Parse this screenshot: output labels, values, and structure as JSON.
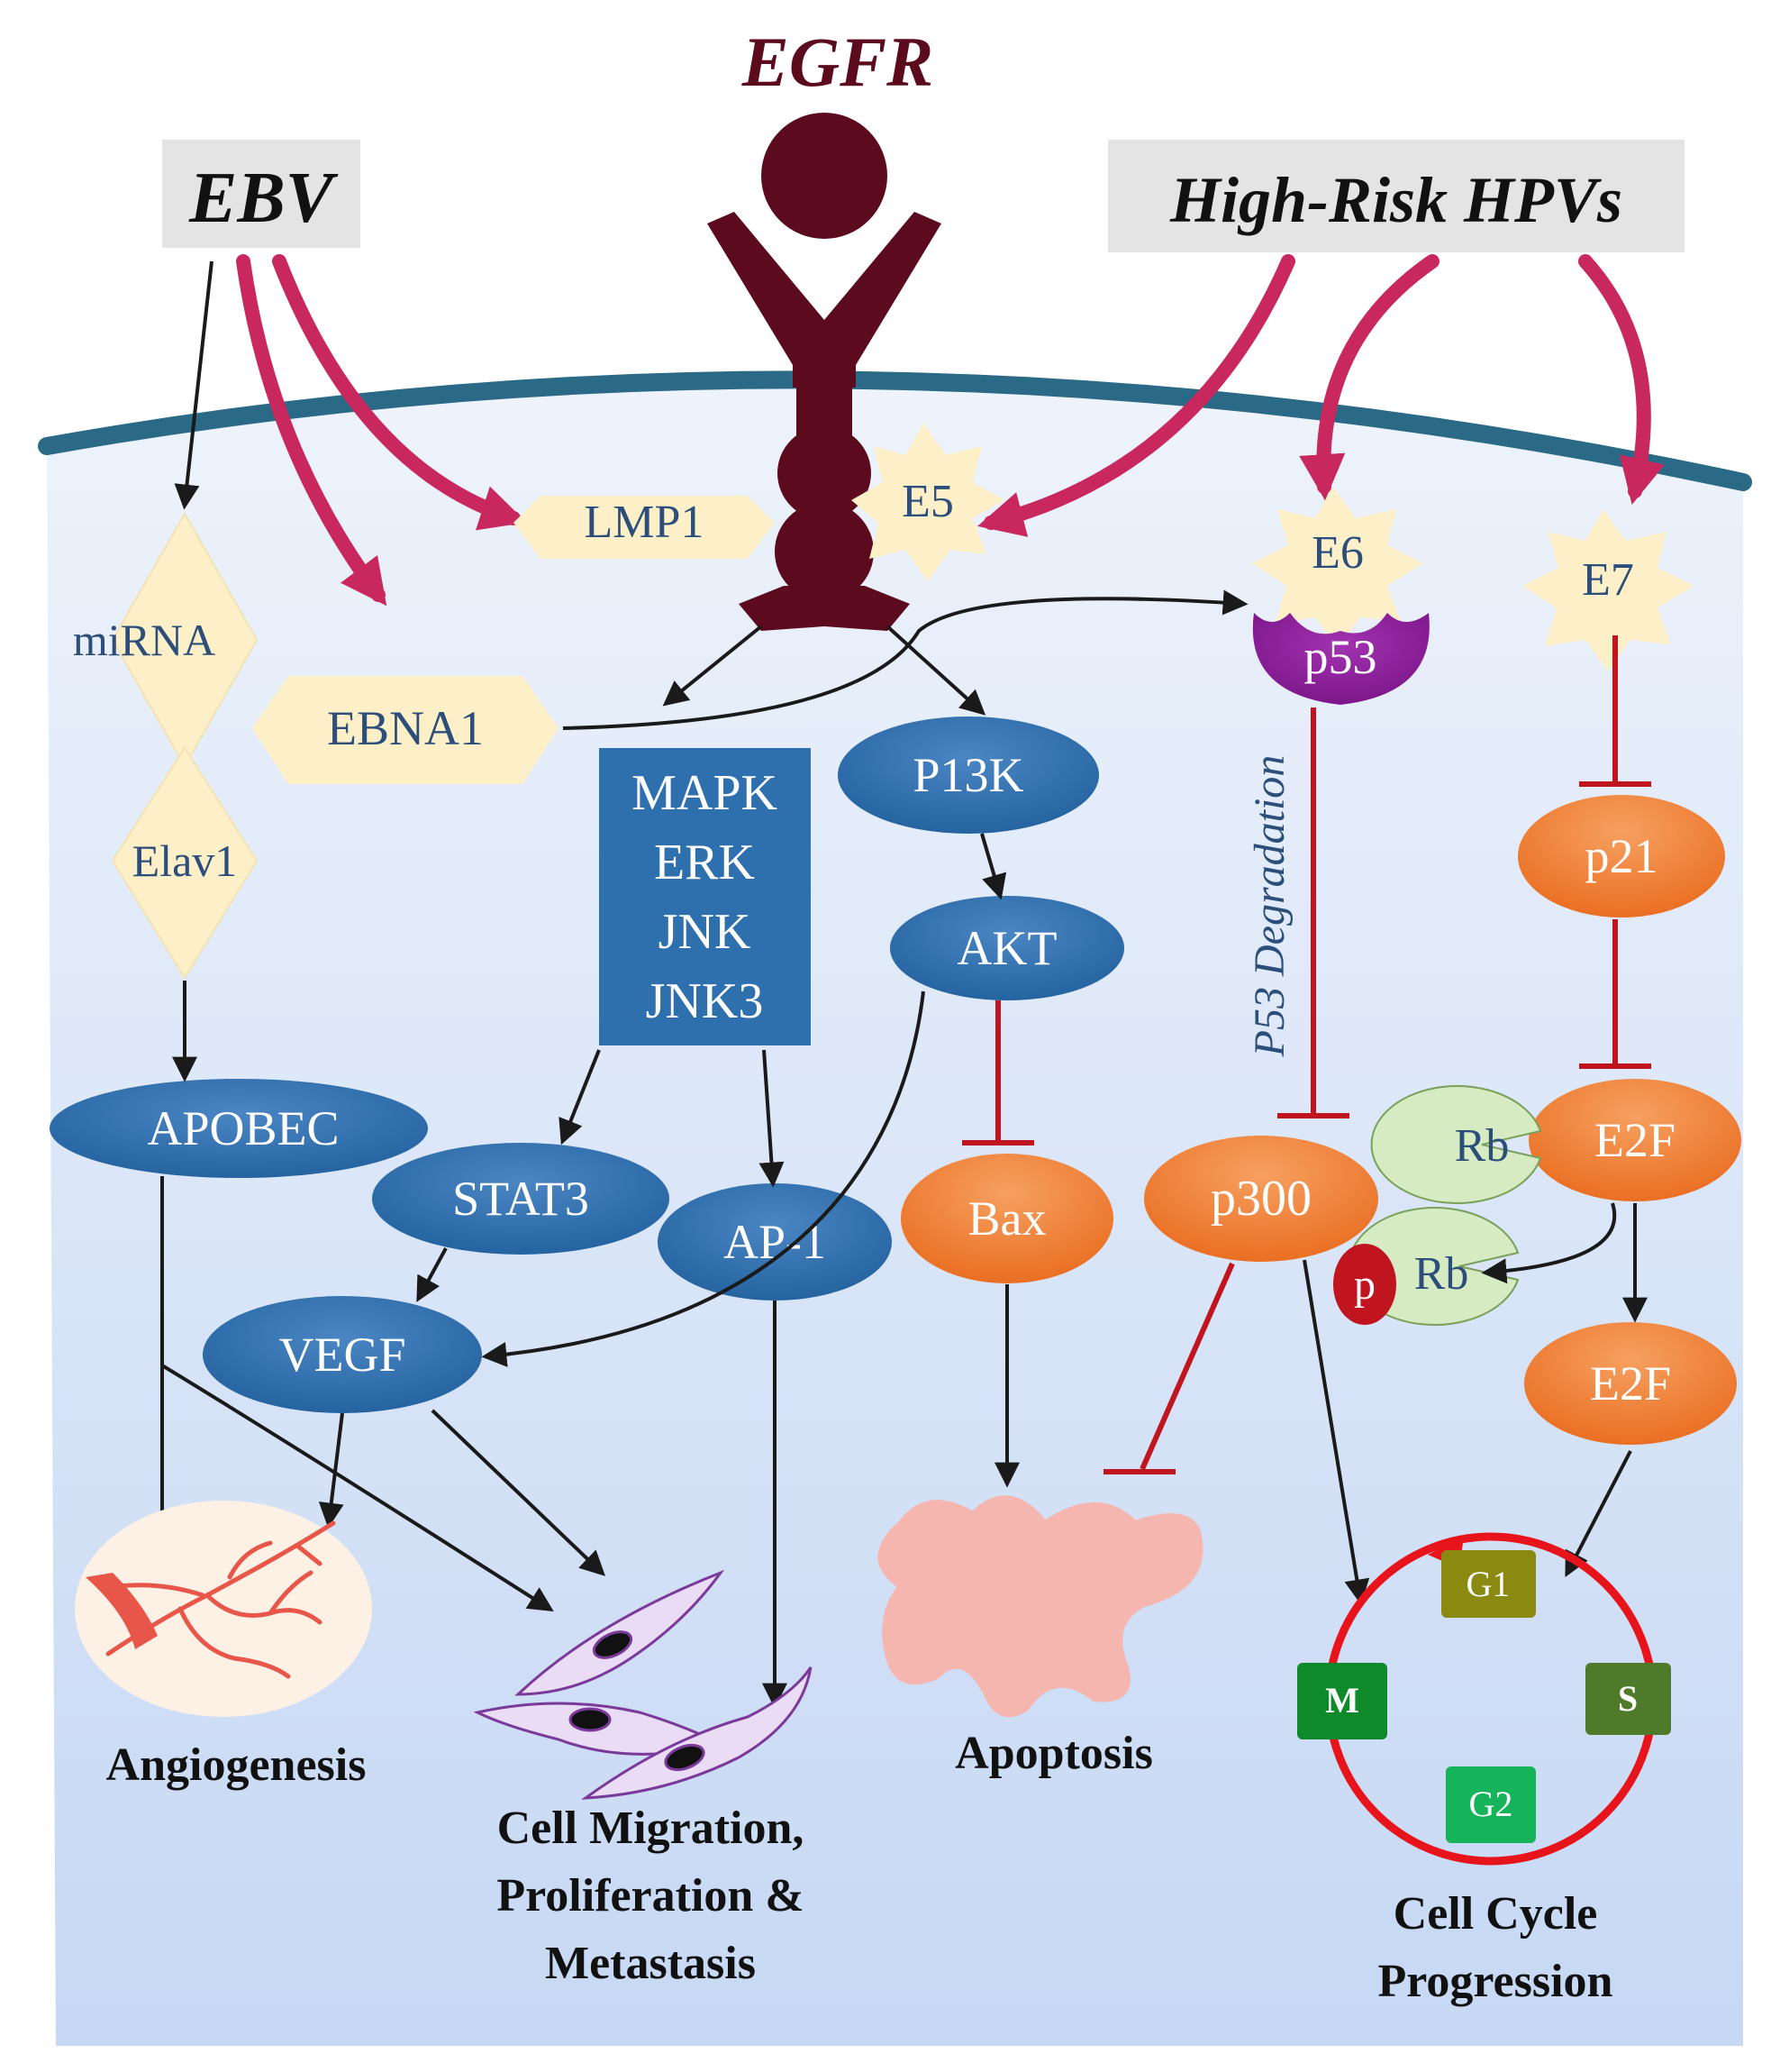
{
  "title": "EGFR",
  "sources": {
    "ebv": "EBV",
    "hpv": "High-Risk HPVs"
  },
  "nodes": {
    "lmp1": "LMP1",
    "e5": "E5",
    "e6": "E6",
    "e7": "E7",
    "mirna": "miRNA",
    "ebna1": "EBNA1",
    "elav1": "Elav1",
    "p53": "p53",
    "p21": "p21",
    "mapk_lines": [
      "MAPK",
      "ERK",
      "JNK",
      "JNK3"
    ],
    "p13k": "P13K",
    "akt": "AKT",
    "apobec": "APOBEC",
    "stat3": "STAT3",
    "ap1": "AP-1",
    "vegf": "VEGF",
    "bax": "Bax",
    "p300": "p300",
    "rb1": "Rb",
    "rb2": "Rb",
    "p_marker": "p",
    "e2f_upper": "E2F",
    "e2f_lower": "E2F",
    "p53_degradation": "P53 Degradation"
  },
  "cell_cycle": {
    "g1": "G1",
    "s": "S",
    "g2": "G2",
    "m": "M"
  },
  "outcomes": {
    "angiogenesis": "Angiogenesis",
    "migration_lines": [
      "Cell Migration,",
      "Proliferation &",
      "Metastasis"
    ],
    "apoptosis": "Apoptosis",
    "cellcycle_lines": [
      "Cell Cycle",
      "Progression"
    ]
  },
  "colors": {
    "egfr": "#5c0b1e",
    "blue_node": "#2e6fae",
    "orange_node": "#ee7a30",
    "purple_node": "#8a1f9a",
    "cream_node": "#fdf0c8",
    "source_box": "#e4e4e4",
    "pink_arrow": "#c8285e",
    "inhibit": "#c0141e",
    "membrane": "#2b6a86",
    "cell_top": "#eef3fb",
    "cell_bottom": "#c9daf5",
    "text_blue": "#2b4e7a",
    "cycle_ring": "#e8141c",
    "g1": "#8a8a10",
    "s": "#4f7a2a",
    "g2": "#16b45a",
    "m": "#0f8a2a"
  }
}
